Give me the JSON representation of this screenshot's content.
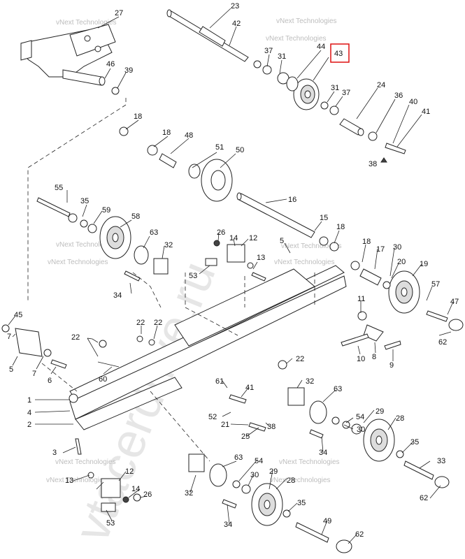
{
  "watermark": {
    "company": "vNext Technologies",
    "url": "vtacerdrive.ru"
  },
  "highlighted_callout": "43",
  "callouts": [
    {
      "id": "c27",
      "text": "27"
    },
    {
      "id": "c23",
      "text": "23"
    },
    {
      "id": "c42",
      "text": "42"
    },
    {
      "id": "c44",
      "text": "44"
    },
    {
      "id": "c43",
      "text": "43"
    },
    {
      "id": "c37a",
      "text": "37"
    },
    {
      "id": "c31a",
      "text": "31"
    },
    {
      "id": "c46",
      "text": "46"
    },
    {
      "id": "c39",
      "text": "39"
    },
    {
      "id": "c31b",
      "text": "31"
    },
    {
      "id": "c37b",
      "text": "37"
    },
    {
      "id": "c24",
      "text": "24"
    },
    {
      "id": "c36",
      "text": "36"
    },
    {
      "id": "c40",
      "text": "40"
    },
    {
      "id": "c41a",
      "text": "41"
    },
    {
      "id": "c38a",
      "text": "38"
    },
    {
      "id": "c18a",
      "text": "18"
    },
    {
      "id": "c18b",
      "text": "18"
    },
    {
      "id": "c48",
      "text": "48"
    },
    {
      "id": "c51",
      "text": "51"
    },
    {
      "id": "c50",
      "text": "50"
    },
    {
      "id": "c55",
      "text": "55"
    },
    {
      "id": "c35a",
      "text": "35"
    },
    {
      "id": "c59",
      "text": "59"
    },
    {
      "id": "c58",
      "text": "58"
    },
    {
      "id": "c16",
      "text": "16"
    },
    {
      "id": "c15",
      "text": "15"
    },
    {
      "id": "c18c",
      "text": "18"
    },
    {
      "id": "c63a",
      "text": "63"
    },
    {
      "id": "c32a",
      "text": "32"
    },
    {
      "id": "c26a",
      "text": "26"
    },
    {
      "id": "c14a",
      "text": "14"
    },
    {
      "id": "c12a",
      "text": "12"
    },
    {
      "id": "c5a",
      "text": "5"
    },
    {
      "id": "c18d",
      "text": "18"
    },
    {
      "id": "c17",
      "text": "17"
    },
    {
      "id": "c30a",
      "text": "30"
    },
    {
      "id": "c53a",
      "text": "53"
    },
    {
      "id": "c13a",
      "text": "13"
    },
    {
      "id": "c20",
      "text": "20"
    },
    {
      "id": "c19",
      "text": "19"
    },
    {
      "id": "c34a",
      "text": "34"
    },
    {
      "id": "c57",
      "text": "57"
    },
    {
      "id": "c47",
      "text": "47"
    },
    {
      "id": "c11",
      "text": "11"
    },
    {
      "id": "c45",
      "text": "45"
    },
    {
      "id": "c22a",
      "text": "22"
    },
    {
      "id": "c22b",
      "text": "22"
    },
    {
      "id": "c7a",
      "text": "7"
    },
    {
      "id": "c62a",
      "text": "62"
    },
    {
      "id": "c22c",
      "text": "22"
    },
    {
      "id": "c10",
      "text": "10"
    },
    {
      "id": "c8",
      "text": "8"
    },
    {
      "id": "c9",
      "text": "9"
    },
    {
      "id": "c5b",
      "text": "5"
    },
    {
      "id": "c7b",
      "text": "7"
    },
    {
      "id": "c6",
      "text": "6"
    },
    {
      "id": "c22d",
      "text": "22"
    },
    {
      "id": "c60",
      "text": "60"
    },
    {
      "id": "c61",
      "text": "61"
    },
    {
      "id": "c41b",
      "text": "41"
    },
    {
      "id": "c32b",
      "text": "32"
    },
    {
      "id": "c63b",
      "text": "63"
    },
    {
      "id": "c1",
      "text": "1"
    },
    {
      "id": "c54a",
      "text": "54"
    },
    {
      "id": "c30b",
      "text": "30"
    },
    {
      "id": "c4",
      "text": "4"
    },
    {
      "id": "c52",
      "text": "52"
    },
    {
      "id": "c38b",
      "text": "38"
    },
    {
      "id": "c29a",
      "text": "29"
    },
    {
      "id": "c28a",
      "text": "28"
    },
    {
      "id": "c2",
      "text": "2"
    },
    {
      "id": "c21",
      "text": "21"
    },
    {
      "id": "c25",
      "text": "25"
    },
    {
      "id": "c34b",
      "text": "34"
    },
    {
      "id": "c35b",
      "text": "35"
    },
    {
      "id": "c3",
      "text": "3"
    },
    {
      "id": "c33",
      "text": "33"
    },
    {
      "id": "c63c",
      "text": "63"
    },
    {
      "id": "c54b",
      "text": "54"
    },
    {
      "id": "c12b",
      "text": "12"
    },
    {
      "id": "c30c",
      "text": "30"
    },
    {
      "id": "c13b",
      "text": "13"
    },
    {
      "id": "c29b",
      "text": "29"
    },
    {
      "id": "c14b",
      "text": "14"
    },
    {
      "id": "c28b",
      "text": "28"
    },
    {
      "id": "c62b",
      "text": "62"
    },
    {
      "id": "c26b",
      "text": "26"
    },
    {
      "id": "c32c",
      "text": "32"
    },
    {
      "id": "c35c",
      "text": "35"
    },
    {
      "id": "c53b",
      "text": "53"
    },
    {
      "id": "c34c",
      "text": "34"
    },
    {
      "id": "c49",
      "text": "49"
    },
    {
      "id": "c62c",
      "text": "62"
    }
  ]
}
